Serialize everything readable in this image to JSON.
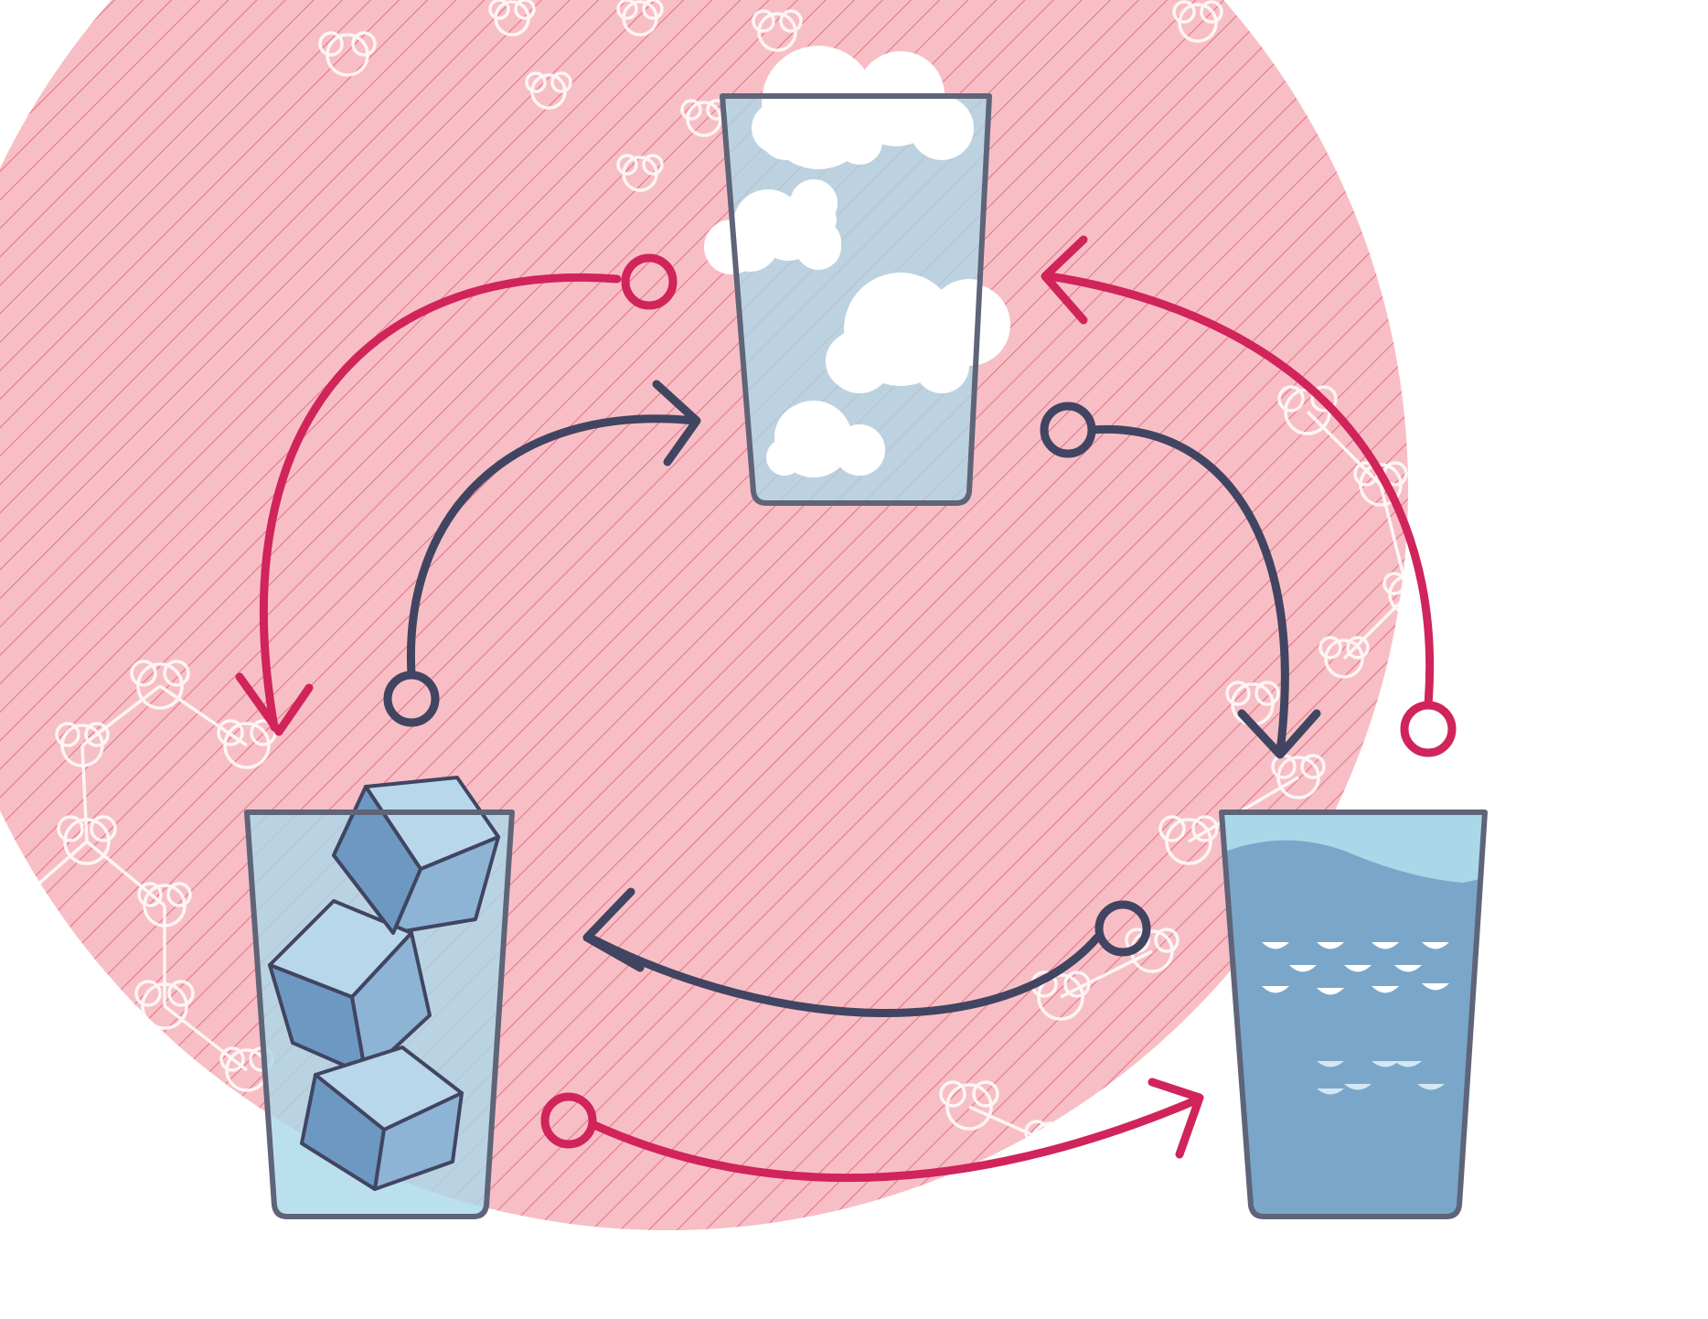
{
  "diagram": {
    "states": [
      {
        "id": "gas",
        "icon": "cloud-glass-icon",
        "content": "clouds"
      },
      {
        "id": "solid",
        "icon": "ice-glass-icon",
        "content": "ice-cubes"
      },
      {
        "id": "liquid",
        "icon": "water-glass-icon",
        "content": "water"
      }
    ],
    "transitions": [
      {
        "from": "gas",
        "to": "solid",
        "ring": "pink"
      },
      {
        "from": "solid",
        "to": "gas",
        "ring": "navy"
      },
      {
        "from": "liquid",
        "to": "gas",
        "ring": "pink"
      },
      {
        "from": "gas",
        "to": "liquid",
        "ring": "navy"
      },
      {
        "from": "liquid",
        "to": "solid",
        "ring": "navy"
      },
      {
        "from": "solid",
        "to": "liquid",
        "ring": "pink"
      }
    ]
  },
  "colors": {
    "background_circle": "#f6b9c0",
    "hatch": "#e56a82",
    "pink_arrow": "#d0245b",
    "navy_arrow": "#414561",
    "glass_outline": "#5f6478",
    "glass_fill": "#a9d8e8",
    "water": "#7aa7c9",
    "ice": "#6d98c2",
    "cloud": "#ffffff"
  }
}
